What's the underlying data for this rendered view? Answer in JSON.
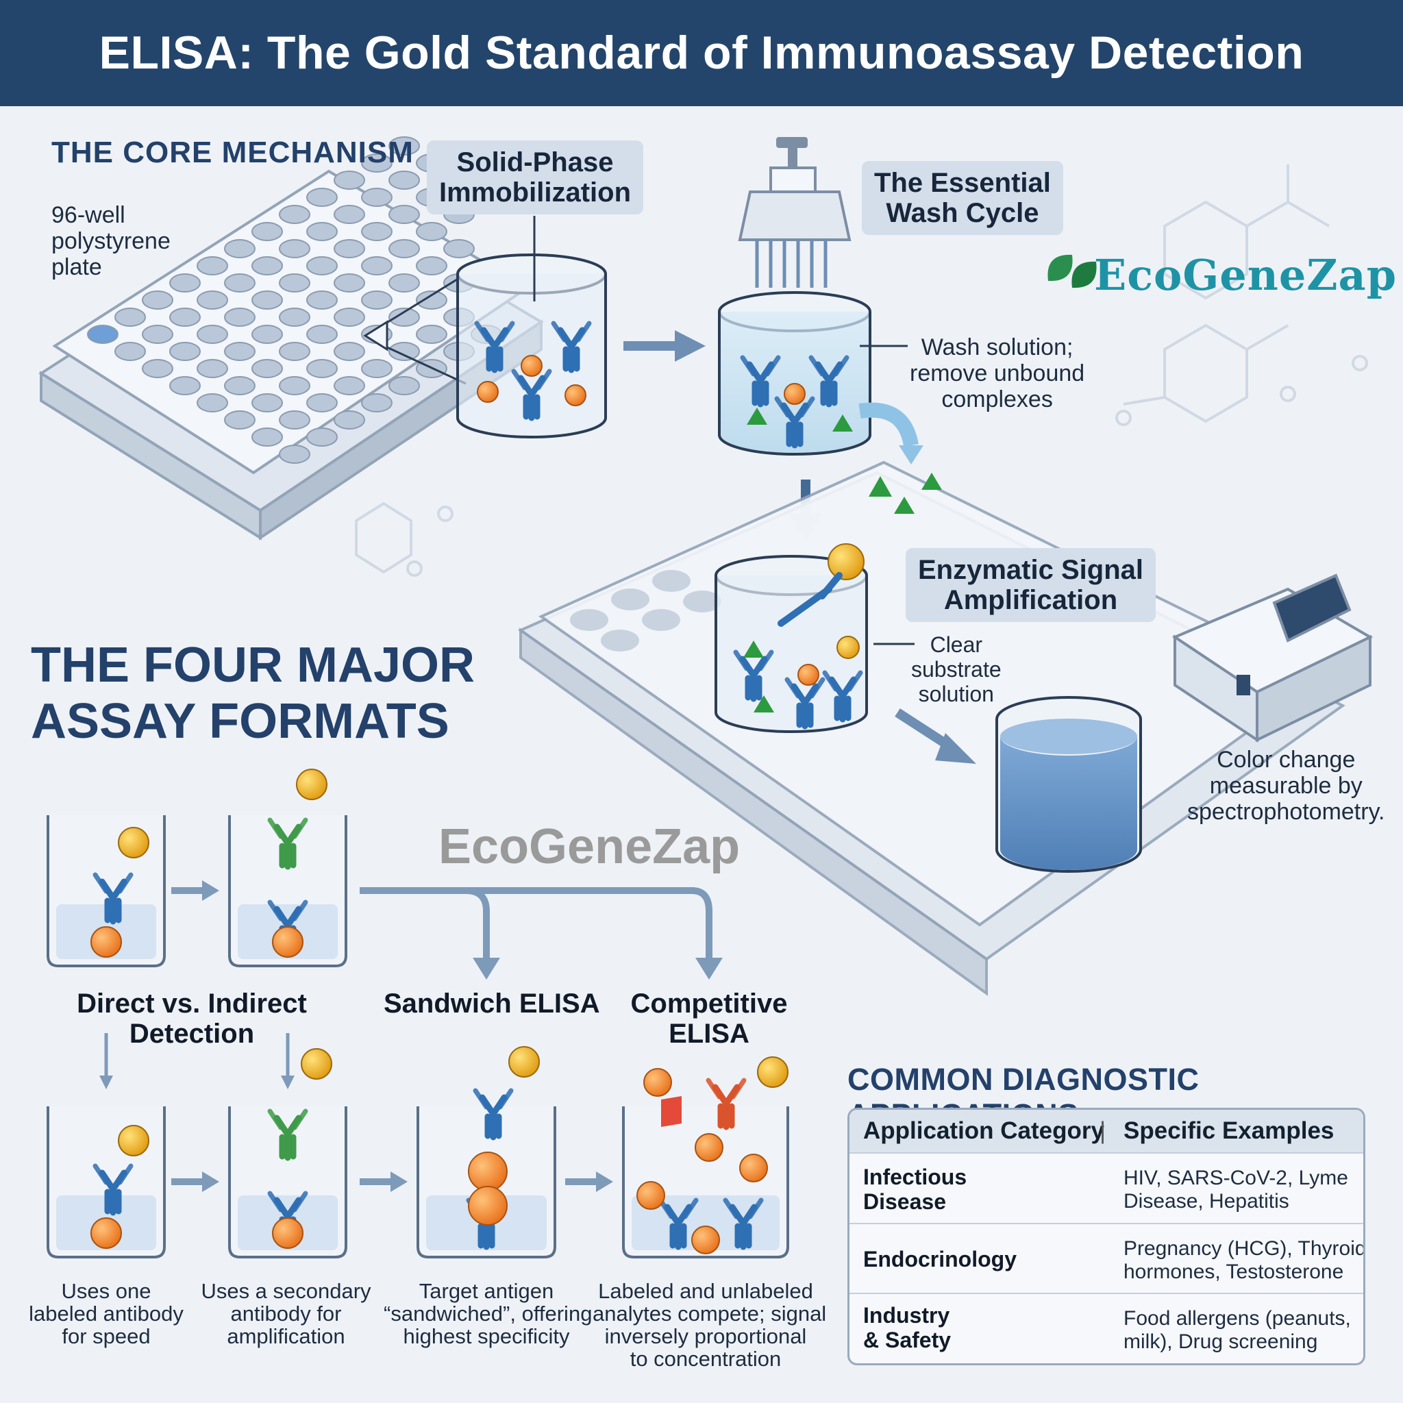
{
  "title": "ELISA: The Gold Standard of Immunoassay Detection",
  "core": {
    "heading": "THE CORE MECHANISM",
    "plate_label": "96-well\npolystyrene\nplate",
    "solid_phase": "Solid-Phase\nImmobilization",
    "wash_title": "The Essential\nWash Cycle",
    "wash_note": "Wash solution;\nremove unbound\ncomplexes",
    "signal_title": "Enzymatic Signal\nAmplification",
    "substrate_note": "Clear\nsubstrate\nsolution",
    "color_note": "Color change\nmeasurable by\nspectrophotometry."
  },
  "formats": {
    "heading": "THE FOUR MAJOR\nASSAY FORMATS",
    "direct_indirect": "Direct vs. Indirect\nDetection",
    "sandwich": "Sandwich ELISA",
    "competitive": "Competitive\nELISA",
    "cap_direct": "Uses one\nlabeled antibody\nfor speed",
    "cap_indirect": "Uses a secondary\nantibody for\namplification",
    "cap_sandwich": "Target antigen\n“sandwiched”, offering\nhighest specificity",
    "cap_competitive": "Labeled and unlabeled\nanalytes compete; signal\ninversely proportional\nto concentration"
  },
  "applications": {
    "heading": "COMMON DIAGNOSTIC APPLICATIONS",
    "col1": "Application Category",
    "col2": "Specific Examples",
    "rows": [
      {
        "category": "Infectious\nDisease",
        "examples": "HIV, SARS-CoV-2, Lyme\nDisease, Hepatitis",
        "icons": [
          "virus-icon",
          "virus-icon"
        ]
      },
      {
        "category": "Endocrinology",
        "examples": "Pregnancy (HCG), Thyroid\nhormones, Testosterone",
        "icons": [
          "thyroid-icon",
          "gender-symbol-icon"
        ]
      },
      {
        "category": "Industry\n& Safety",
        "examples": "Food allergens (peanuts,\nmilk), Drug screening",
        "icons": [
          "milk-carton-icon",
          "flask-icon"
        ]
      }
    ]
  },
  "watermarks": {
    "top": "EcoGeneZap",
    "middle": "EcoGeneZap"
  },
  "colors": {
    "header": "#24456b",
    "antibody_blue": "#2f6fb3",
    "antibody_green": "#3f9a4a",
    "antibody_red": "#d9532c",
    "antigen_orange": "#f08a1e",
    "enzyme_gold": "#f2b41b",
    "unbound_green": "#2c9a3e"
  }
}
